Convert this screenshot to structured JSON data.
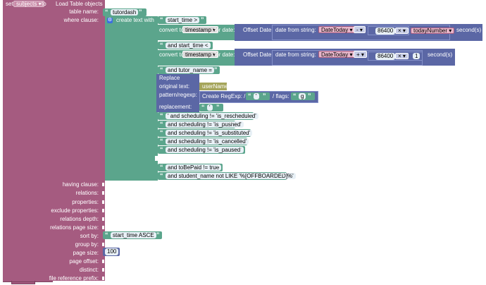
{
  "top": {
    "set_label": "set",
    "variable": "subjects",
    "to_label": "to",
    "action": "Load Table objects"
  },
  "params": {
    "table_name": "table name:",
    "where_clause": "where clause:",
    "having_clause": "having clause:",
    "relations": "relations:",
    "properties": "properties:",
    "exclude_properties": "exclude properties:",
    "relations_depth": "relations depth:",
    "relations_page_size": "relations page size:",
    "sort_by": "sort by:",
    "group_by": "group by:",
    "page_size": "page size:",
    "page_offset": "page offset:",
    "distinct": "distinct:",
    "file_reference_prefix": "file reference prefix:"
  },
  "values": {
    "table_name": "tutordash",
    "sort_by": "start_time ASCE",
    "page_size": "100"
  },
  "create_text": {
    "label": "create text with"
  },
  "text_blocks": {
    "start_gt": "start_time > ",
    "and_start_lt": "and start_time < ",
    "and_tutor": "and tutor_name = ",
    "sched_rescheduled": "' and scheduling != 'is_rescheduled' ",
    "sched_pushed": "and scheduling != 'is_pushed' ",
    "sched_substituted": "and scheduling != 'is_substituted' ",
    "sched_cancelled": "and scheduling != 'is_cancelled' ",
    "sched_paused": "and scheduling != 'is_paused' ",
    "tobepaid": "and toBePaid != true ",
    "student": "and student_name not LIKE '%[OFFBOARDED]%' "
  },
  "convert1": {
    "convert_to": "convert to",
    "fmt": "timestamp",
    "for_date": "for date:",
    "offset": "Offset Date",
    "from_string": "date from string:",
    "today": "DateToday",
    "op": "-",
    "num": "86400",
    "mul": "×",
    "var": "todayNumber",
    "unit": "second(s)"
  },
  "convert2": {
    "convert_to": "convert to",
    "fmt": "timestamp",
    "for_date": "for date:",
    "offset": "Offset Date",
    "from_string": "date from string:",
    "today": "DateToday",
    "op": "+",
    "num": "86400",
    "mul": "×",
    "val": "1",
    "unit": "second(s)"
  },
  "replace": {
    "title": "Replace",
    "original": "original text:",
    "orig_val": "userName",
    "pattern": "pattern/regexp:",
    "regexp": "Create RegExp: /",
    "quote": "'",
    "flags": "/ flags:",
    "g": "g",
    "replacement": "replacement:",
    "rep_val": "'"
  },
  "quotes": {
    "open": "“",
    "close": "”"
  },
  "colors": {
    "mauve": "#a55b80",
    "green": "#5ba58c",
    "navy": "#5b67a5",
    "dropdown_pink": "#e7b5c9",
    "num_field": "#e8f0f6"
  }
}
